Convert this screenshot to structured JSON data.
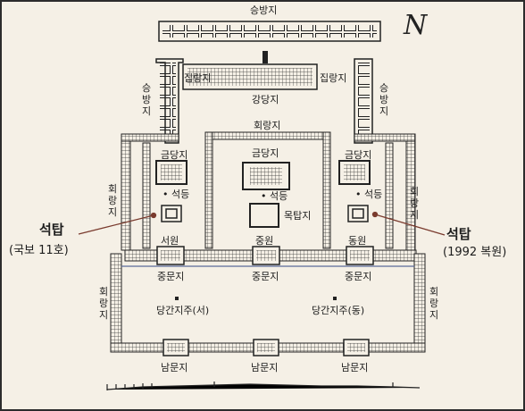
{
  "labels": {
    "seungbangji": "승방지",
    "jibrangji_w": "집랑지",
    "jibrangji_e": "집랑지",
    "gangdangji": "강당지",
    "seungbangji_w": "승방지",
    "seungbangji_e": "승방지",
    "hoerangji_center": "회랑지",
    "geumdangji_center": "금당지",
    "geumdangji_w": "금당지",
    "geumdangji_e": "금당지",
    "seokdeung_w": "• 석등",
    "seokdeung_c": "• 석등",
    "seokdeung_e": "• 석등",
    "moktapji": "목탑지",
    "hoerangji_w": "회랑지",
    "hoerangji_e": "회랑지",
    "seowon": "서원",
    "jungwon": "중원",
    "dongwon": "동원",
    "jungmunji_w": "중문지",
    "jungmunji_c": "중문지",
    "jungmunji_e": "중문지",
    "danggan_w": "당간지주(서)",
    "danggan_e": "당간지주(동)",
    "hoerangji_lw": "회랑지",
    "hoerangji_le": "회랑지",
    "nammunji_w": "남문지",
    "nammunji_c": "남문지",
    "nammunji_e": "남문지",
    "north_mark": "N"
  },
  "callouts": {
    "west_title": "석탑",
    "west_sub": "(국보 11호)",
    "east_title": "석탑",
    "east_sub": "(1992 복원)"
  },
  "colors": {
    "ink": "#1e1e1e",
    "paper": "#f5f0e6",
    "callout_line": "#7a3b2e"
  }
}
